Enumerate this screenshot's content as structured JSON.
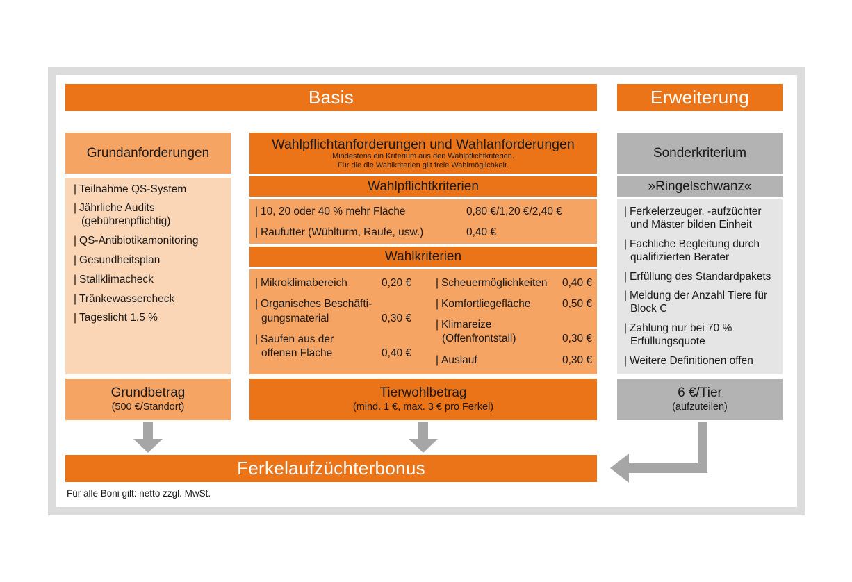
{
  "headers": {
    "basis": "Basis",
    "erweiterung": "Erweiterung"
  },
  "grund": {
    "title": "Grundanforderungen",
    "items": [
      "Teilnahme QS-System",
      "Jährliche Audits",
      "(gebührenpflichtig)",
      "QS-Antibiotikamonitoring",
      "Gesundheitsplan",
      "Stallklimacheck",
      "Tränkewassercheck",
      "Tageslicht 1,5 %"
    ],
    "betrag_title": "Grundbetrag",
    "betrag_sub": "(500 €/Standort)"
  },
  "wahl": {
    "title": "Wahlpflichtanforderungen und Wahlanforderungen",
    "sub1": "Mindestens ein Kriterium aus den Wahlpflichtkriterien.",
    "sub2": "Für die die Wahlkriterien gilt freie Wahlmöglichkeit.",
    "pflicht_title": "Wahlpflichtkriterien",
    "pflicht_items": [
      {
        "label": "10, 20 oder 40 % mehr Fläche",
        "value": "0,80 €/1,20 €/2,40 €"
      },
      {
        "label": "Raufutter (Wühlturm, Raufe, usw.)",
        "value": "0,40 €"
      }
    ],
    "wahl_title": "Wahlkriterien",
    "left_items": [
      {
        "label": "Mikroklimabereich",
        "value": "0,20 €"
      },
      {
        "label": "Organisches Beschäfti-",
        "label2": "gungsmaterial",
        "value": "0,30 €"
      },
      {
        "label": "Saufen aus der",
        "label2": "offenen Fläche",
        "value": "0,40 €"
      }
    ],
    "right_items": [
      {
        "label": "Scheuermöglichkeiten",
        "value": "0,40 €"
      },
      {
        "label": "Komfortliegefläche",
        "value": "0,50 €"
      },
      {
        "label": "Klimareize",
        "label2": "(Offenfrontstall)",
        "value": "0,30 €"
      },
      {
        "label": "Auslauf",
        "value": "0,30 €"
      }
    ],
    "betrag_title": "Tierwohlbetrag",
    "betrag_sub": "(mind. 1 €, max. 3 € pro Ferkel)"
  },
  "sonder": {
    "title": "Sonderkriterium",
    "name": "»Ringelschwanz«",
    "items": [
      "Ferkelerzeuger, -aufzüchter",
      "und Mäster bilden Einheit",
      "Fachliche Begleitung durch",
      "qualifizierten Berater",
      "Erfüllung des Standardpakets",
      "Meldung der Anzahl Tiere für",
      "Block C",
      "Zahlung nur bei 70 %",
      "Erfüllungsquote",
      "Weitere Definitionen offen"
    ],
    "betrag_title": "6 €/Tier",
    "betrag_sub": "(aufzuteilen)"
  },
  "bonus": "Ferkelaufzüchterbonus",
  "footnote": "Für alle Boni gilt: netto zzgl. MwSt.",
  "colors": {
    "orange": "#ea7417",
    "light_orange": "#f5a463",
    "pale_orange": "#fad6b7",
    "gray": "#b3b3b3",
    "pale_gray": "#e5e5e5",
    "arrow": "#a6a6a6"
  }
}
